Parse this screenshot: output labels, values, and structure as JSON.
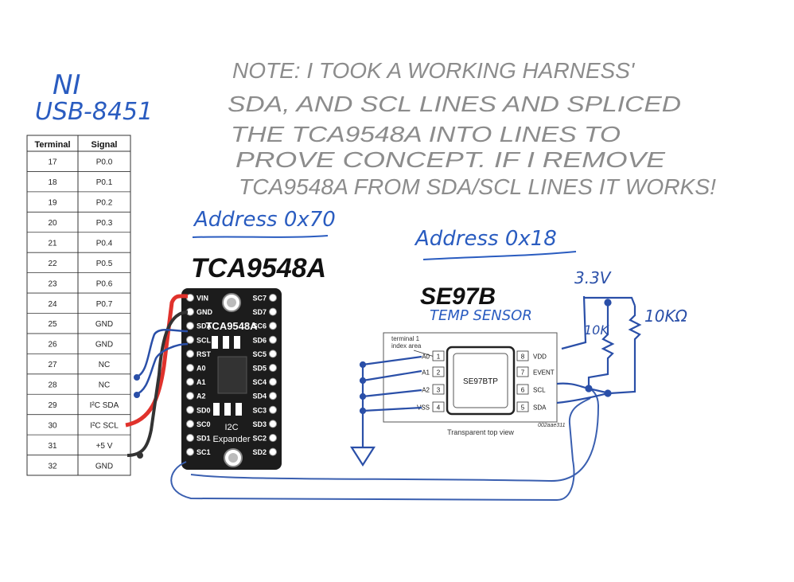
{
  "usb_label": {
    "line1": "NI",
    "line2": "USB-8451"
  },
  "note": {
    "lines": [
      "NOTE: I TOOK A WORKING HARNESS'",
      "SDA, AND SCL LINES AND SPLICED",
      "THE TCA9548A INTO LINES TO",
      "PROVE CONCEPT. IF I REMOVE",
      "TCA9548A FROM SDA/SCL LINES IT WORKS!"
    ]
  },
  "terminal_table": {
    "headers": [
      "Terminal",
      "Signal"
    ],
    "rows": [
      [
        "17",
        "P0.0"
      ],
      [
        "18",
        "P0.1"
      ],
      [
        "19",
        "P0.2"
      ],
      [
        "20",
        "P0.3"
      ],
      [
        "21",
        "P0.4"
      ],
      [
        "22",
        "P0.5"
      ],
      [
        "23",
        "P0.6"
      ],
      [
        "24",
        "P0.7"
      ],
      [
        "25",
        "GND"
      ],
      [
        "26",
        "GND"
      ],
      [
        "27",
        "NC"
      ],
      [
        "28",
        "NC"
      ],
      [
        "29",
        "I²C SDA"
      ],
      [
        "30",
        "I²C SCL"
      ],
      [
        "31",
        "+5 V"
      ],
      [
        "32",
        "GND"
      ]
    ]
  },
  "mux": {
    "address_label": "Address 0x70",
    "part_label": "TCA9548A",
    "board_title": "TCA9548A",
    "board_footer_1": "I2C",
    "board_footer_2": "Expander",
    "left_pins": [
      "VIN",
      "GND",
      "SDA",
      "SCL",
      "RST",
      "A0",
      "A1",
      "A2",
      "SD0",
      "SC0",
      "SD1",
      "SC1"
    ],
    "right_pins": [
      "SC7",
      "SD7",
      "SC6",
      "SD6",
      "SC5",
      "SD5",
      "SC4",
      "SD4",
      "SC3",
      "SD3",
      "SC2",
      "SD2"
    ]
  },
  "sensor": {
    "address_label": "Address 0x18",
    "part_label": "SE97B",
    "sublabel": "TEMP SENSOR",
    "terminal_note_1": "terminal 1",
    "terminal_note_2": "index area",
    "chip_name": "SE97BTP",
    "left_pins": [
      {
        "num": "1",
        "name": "A0"
      },
      {
        "num": "2",
        "name": "A1"
      },
      {
        "num": "3",
        "name": "A2"
      },
      {
        "num": "4",
        "name": "VSS"
      }
    ],
    "right_pins": [
      {
        "num": "8",
        "name": "VDD"
      },
      {
        "num": "7",
        "name": "EVENT"
      },
      {
        "num": "6",
        "name": "SCL"
      },
      {
        "num": "5",
        "name": "SDA"
      }
    ],
    "figure_code": "002aae311",
    "view_caption": "Transparent top view"
  },
  "supply": {
    "voltage": "3.3V",
    "resistor_1": "10K",
    "resistor_2": "10KΩ"
  },
  "colors": {
    "ink_blue": "#2a4fa8",
    "ink_gray": "#8a8a8a",
    "board": "#1c1c1c",
    "wire_red": "#e0322c",
    "wire_black": "#333333"
  }
}
